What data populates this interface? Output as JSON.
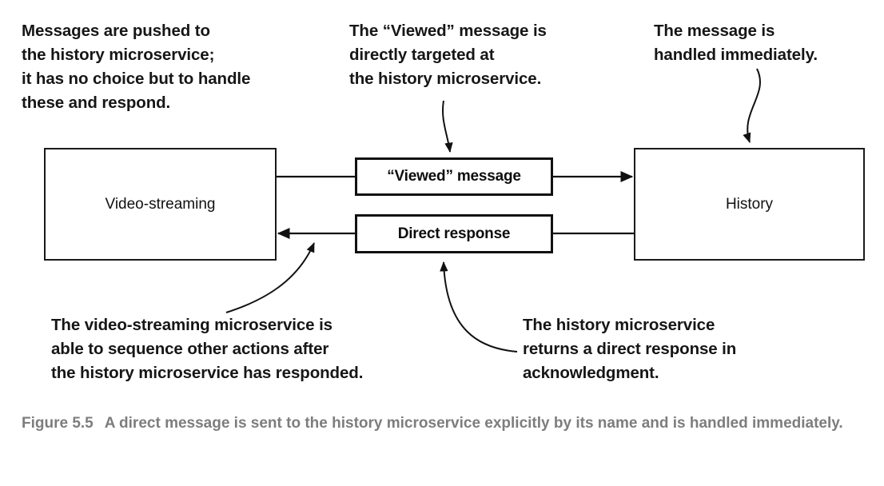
{
  "figure": {
    "caption_number": "Figure 5.5",
    "caption_text": "A direct message is sent to the history microservice explicitly by its name and is handled immediately.",
    "caption_color": "#7d7d7d"
  },
  "annotations": {
    "pushed": "Messages are pushed to\nthe history microservice;\nit has no choice but to handle\nthese and respond.",
    "viewed_targeted": "The “Viewed” message is\ndirectly targeted at\nthe history microservice.",
    "handled_immediately": "The message is\nhandled immediately.",
    "sequence_actions": "The video-streaming microservice is\nable to sequence other actions after\nthe history microservice has responded.",
    "acknowledgment": "The history microservice\nreturns a direct response in\nacknowledgment."
  },
  "diagram": {
    "type": "block-flow",
    "services": [
      {
        "id": "video-streaming",
        "label": "Video-streaming"
      },
      {
        "id": "history",
        "label": "History"
      }
    ],
    "messages": [
      {
        "id": "viewed-message",
        "label": "“Viewed” message",
        "direction": "video-streaming-to-history"
      },
      {
        "id": "direct-response",
        "label": "Direct response",
        "direction": "history-to-video-streaming"
      }
    ],
    "stroke_color": "#111111",
    "background_color": "#ffffff"
  }
}
